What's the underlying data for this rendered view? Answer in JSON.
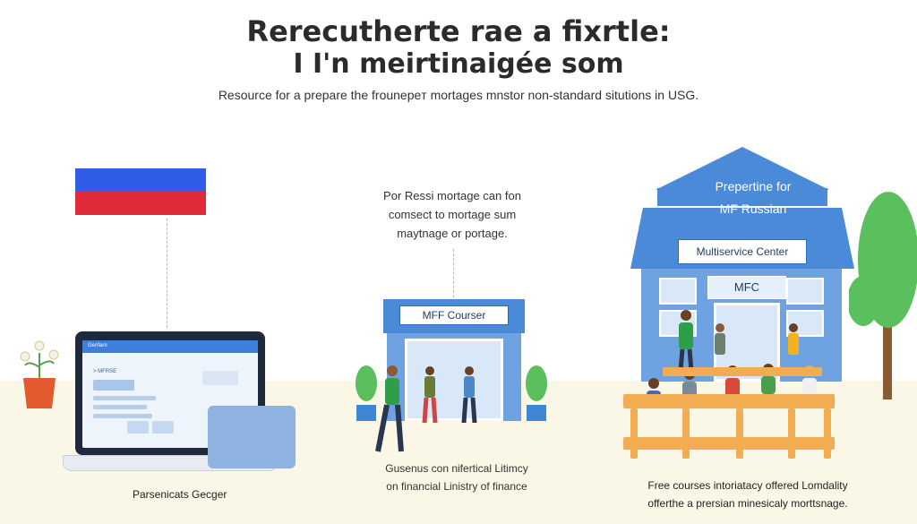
{
  "header": {
    "title_line1": "Rerecutherte rae a fixrtle:",
    "title_line2": "I I'n meirtinaigée som",
    "subtitle": "Resource for a prepare the frounepeт mortages mnstor non-standard situtions in USG."
  },
  "middle_note": {
    "line1": "Por Ressi mortage can fon",
    "line2": "comsect to mortage sum",
    "line3": "maytnage or portage."
  },
  "laptop": {
    "site_header": "Genfaro",
    "site_tag": "> MFRSE",
    "caption": "Parsenicats Gecger"
  },
  "small_office": {
    "sign": "MFF Courser",
    "caption_line1": "Gusenus con nifertical Litimcy",
    "caption_line2": "on financial Linistry of finance"
  },
  "service_center": {
    "roof_line1": "Prepertine for",
    "roof_line2": "MF Russian",
    "banner": "Multiservice Center",
    "door_sign": "MFC",
    "caption_line1": "Free courses intoriatacy offered Lomdality",
    "caption_line2": "offerthe a prersian minesicaly morttsnage."
  },
  "colors": {
    "flag_blue": "#2f5de8",
    "flag_red": "#e02a3a",
    "building_blue": "#4a8ad8",
    "ground": "#fbf7e6",
    "bench_orange": "#f2ac52",
    "tree_green": "#5cbf5e"
  }
}
